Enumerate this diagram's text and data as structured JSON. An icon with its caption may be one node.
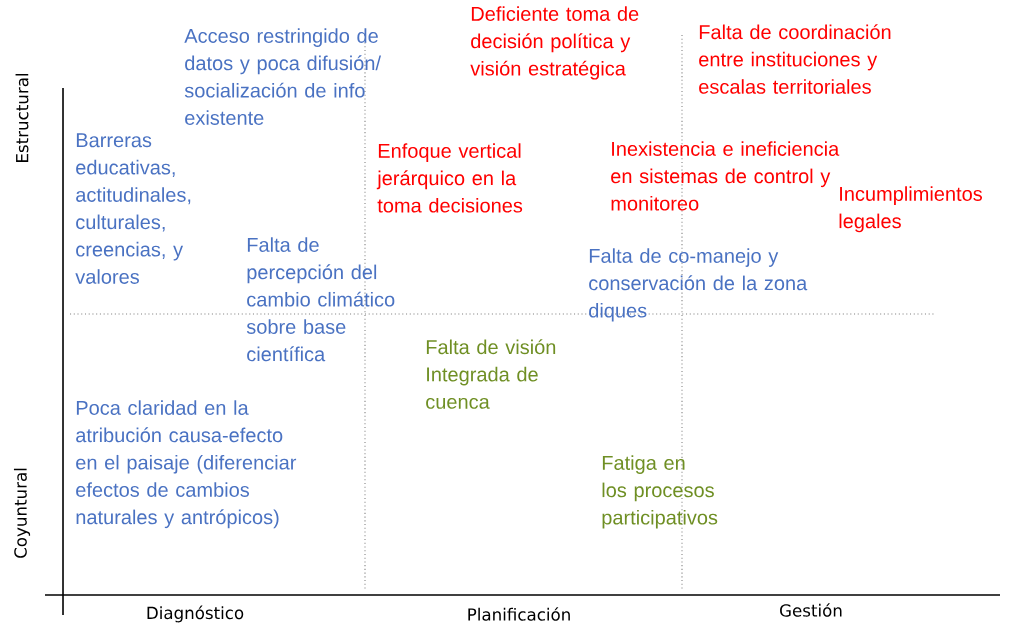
{
  "diagram": {
    "labels": [
      "Acceso restringido de datos y poca difusión/ socialización de info existente",
      "Deficiente toma de decisión política y visión estratégica",
      "Falta de coordinación entre instituciones y escalas territoriales",
      "Barreras educativas, actitudinales, culturales, creencias, y valores",
      "Enfoque vertical jerárquico en la toma decisiones",
      "Inexistencia e ineficiencia en sistemas de control y monitoreo",
      "Incumplimientos legales",
      "Falta de percepción del cambio climático sobre base científica",
      "Falta de co-manejo y conservación de la zona diques",
      "Falta de visión Integrada de cuenca",
      "Poca claridad en la atribución causa-efecto en el paisaje (diferenciar efectos de cambios naturales y antrópicos)",
      "Fatiga en los procesos participativos",
      "Estructural",
      "Coyuntural",
      "Diagnóstico",
      "Planificación",
      "Gestión"
    ]
  }
}
